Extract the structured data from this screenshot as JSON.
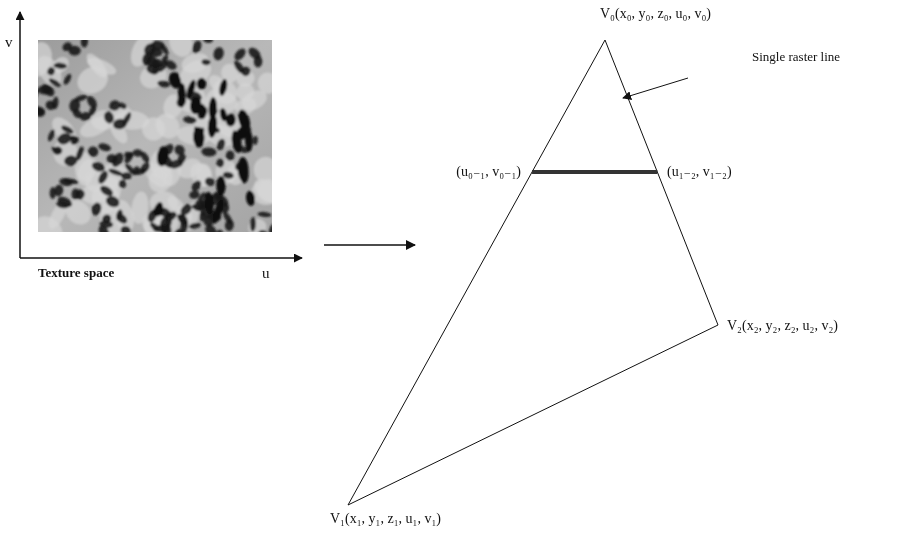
{
  "diagram": {
    "nodes": [
      {
        "text": [
          "Texture space"
        ]
      },
      {
        "text": [
          "V₀(x₀, y₀, z₀, u₀, v₀)",
          "V₁(x₁, y₁, z₁, u₁, v₁)",
          "V₂(x₂, y₂, z₂, u₂, v₂)"
        ]
      }
    ],
    "edges": [
      {
        "from": 0,
        "to": 1,
        "arrow": "to"
      }
    ],
    "labels": [
      "v",
      "u",
      "(u₀₋₁, v₀₋₁)",
      "(u₁₋₂, v₁₋₂)",
      "Single raster line"
    ]
  }
}
